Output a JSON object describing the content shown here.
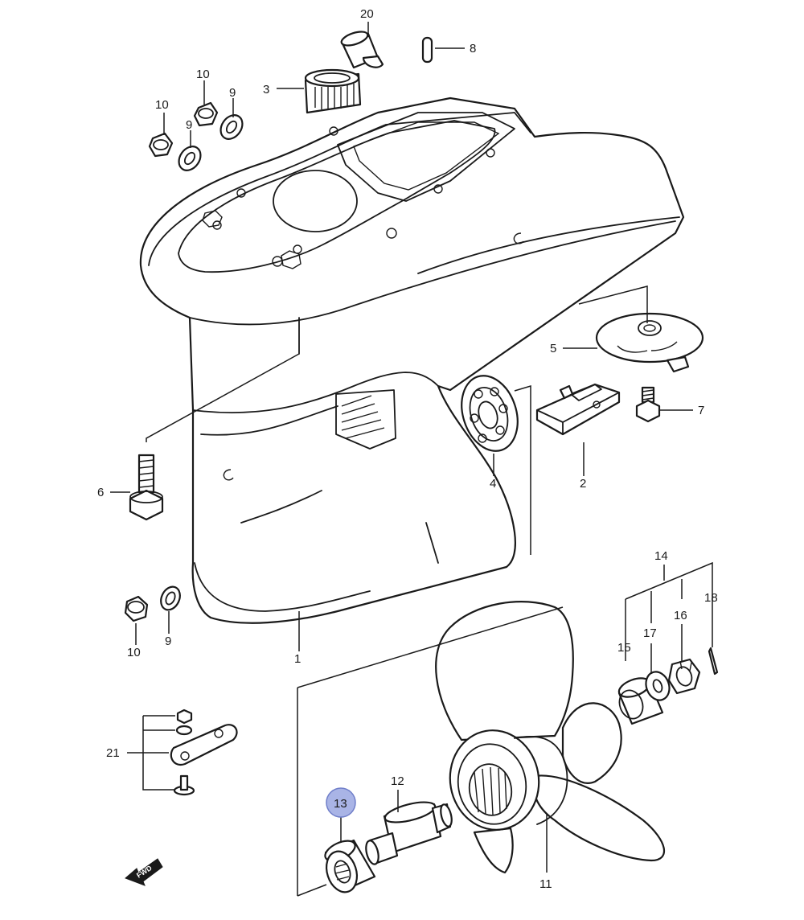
{
  "callouts": {
    "c1": "1",
    "c2": "2",
    "c3": "3",
    "c4": "4",
    "c5": "5",
    "c6": "6",
    "c7": "7",
    "c8": "8",
    "c9a": "9",
    "c9b": "9",
    "c9c": "9",
    "c10a": "10",
    "c10b": "10",
    "c10c": "10",
    "c11": "11",
    "c12": "12",
    "c13": "13",
    "c14": "14",
    "c15": "15",
    "c16": "16",
    "c17": "17",
    "c18": "18",
    "c20": "20",
    "c21": "21"
  },
  "highlight": {
    "part": "13",
    "color": "#a9b4e6"
  },
  "fwd_label": "FWD"
}
